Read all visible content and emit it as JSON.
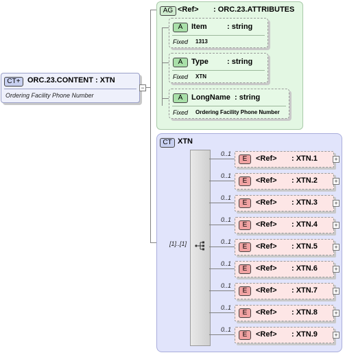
{
  "root": {
    "badge": "CT",
    "title": "ORC.23.CONTENT : XTN",
    "description": "Ordering Facility Phone Number"
  },
  "attribute_group": {
    "badge": "AG",
    "ref": "<Ref>",
    "name": ": ORC.23.ATTRIBUTES",
    "attributes": [
      {
        "badge": "A",
        "name": "Item",
        "type": ": string",
        "fixed_label": "Fixed",
        "fixed_value": "1313"
      },
      {
        "badge": "A",
        "name": "Type",
        "type": ": string",
        "fixed_label": "Fixed",
        "fixed_value": "XTN"
      },
      {
        "badge": "A",
        "name": "LongName",
        "type": ": string",
        "fixed_label": "Fixed",
        "fixed_value": "Ordering Facility Phone Number"
      }
    ]
  },
  "complex_type": {
    "badge": "CT",
    "name": "XTN",
    "sequence_occurrence": "[1]..[1]",
    "elements": [
      {
        "occurrence": "0..1",
        "badge": "E",
        "ref": "<Ref>",
        "name": ": XTN.1"
      },
      {
        "occurrence": "0..1",
        "badge": "E",
        "ref": "<Ref>",
        "name": ": XTN.2"
      },
      {
        "occurrence": "0..1",
        "badge": "E",
        "ref": "<Ref>",
        "name": ": XTN.3"
      },
      {
        "occurrence": "0..1",
        "badge": "E",
        "ref": "<Ref>",
        "name": ": XTN.4"
      },
      {
        "occurrence": "0..1",
        "badge": "E",
        "ref": "<Ref>",
        "name": ": XTN.5"
      },
      {
        "occurrence": "0..1",
        "badge": "E",
        "ref": "<Ref>",
        "name": ": XTN.6"
      },
      {
        "occurrence": "0..1",
        "badge": "E",
        "ref": "<Ref>",
        "name": ": XTN.7"
      },
      {
        "occurrence": "0..1",
        "badge": "E",
        "ref": "<Ref>",
        "name": ": XTN.8"
      },
      {
        "occurrence": "0..1",
        "badge": "E",
        "ref": "<Ref>",
        "name": ": XTN.9"
      }
    ]
  },
  "colors": {
    "root_fill": "#eef0fb",
    "attribute_group_fill": "#e3f7e3",
    "complex_type_fill": "#e1e4fb",
    "element_fill": "#fde6e6"
  }
}
